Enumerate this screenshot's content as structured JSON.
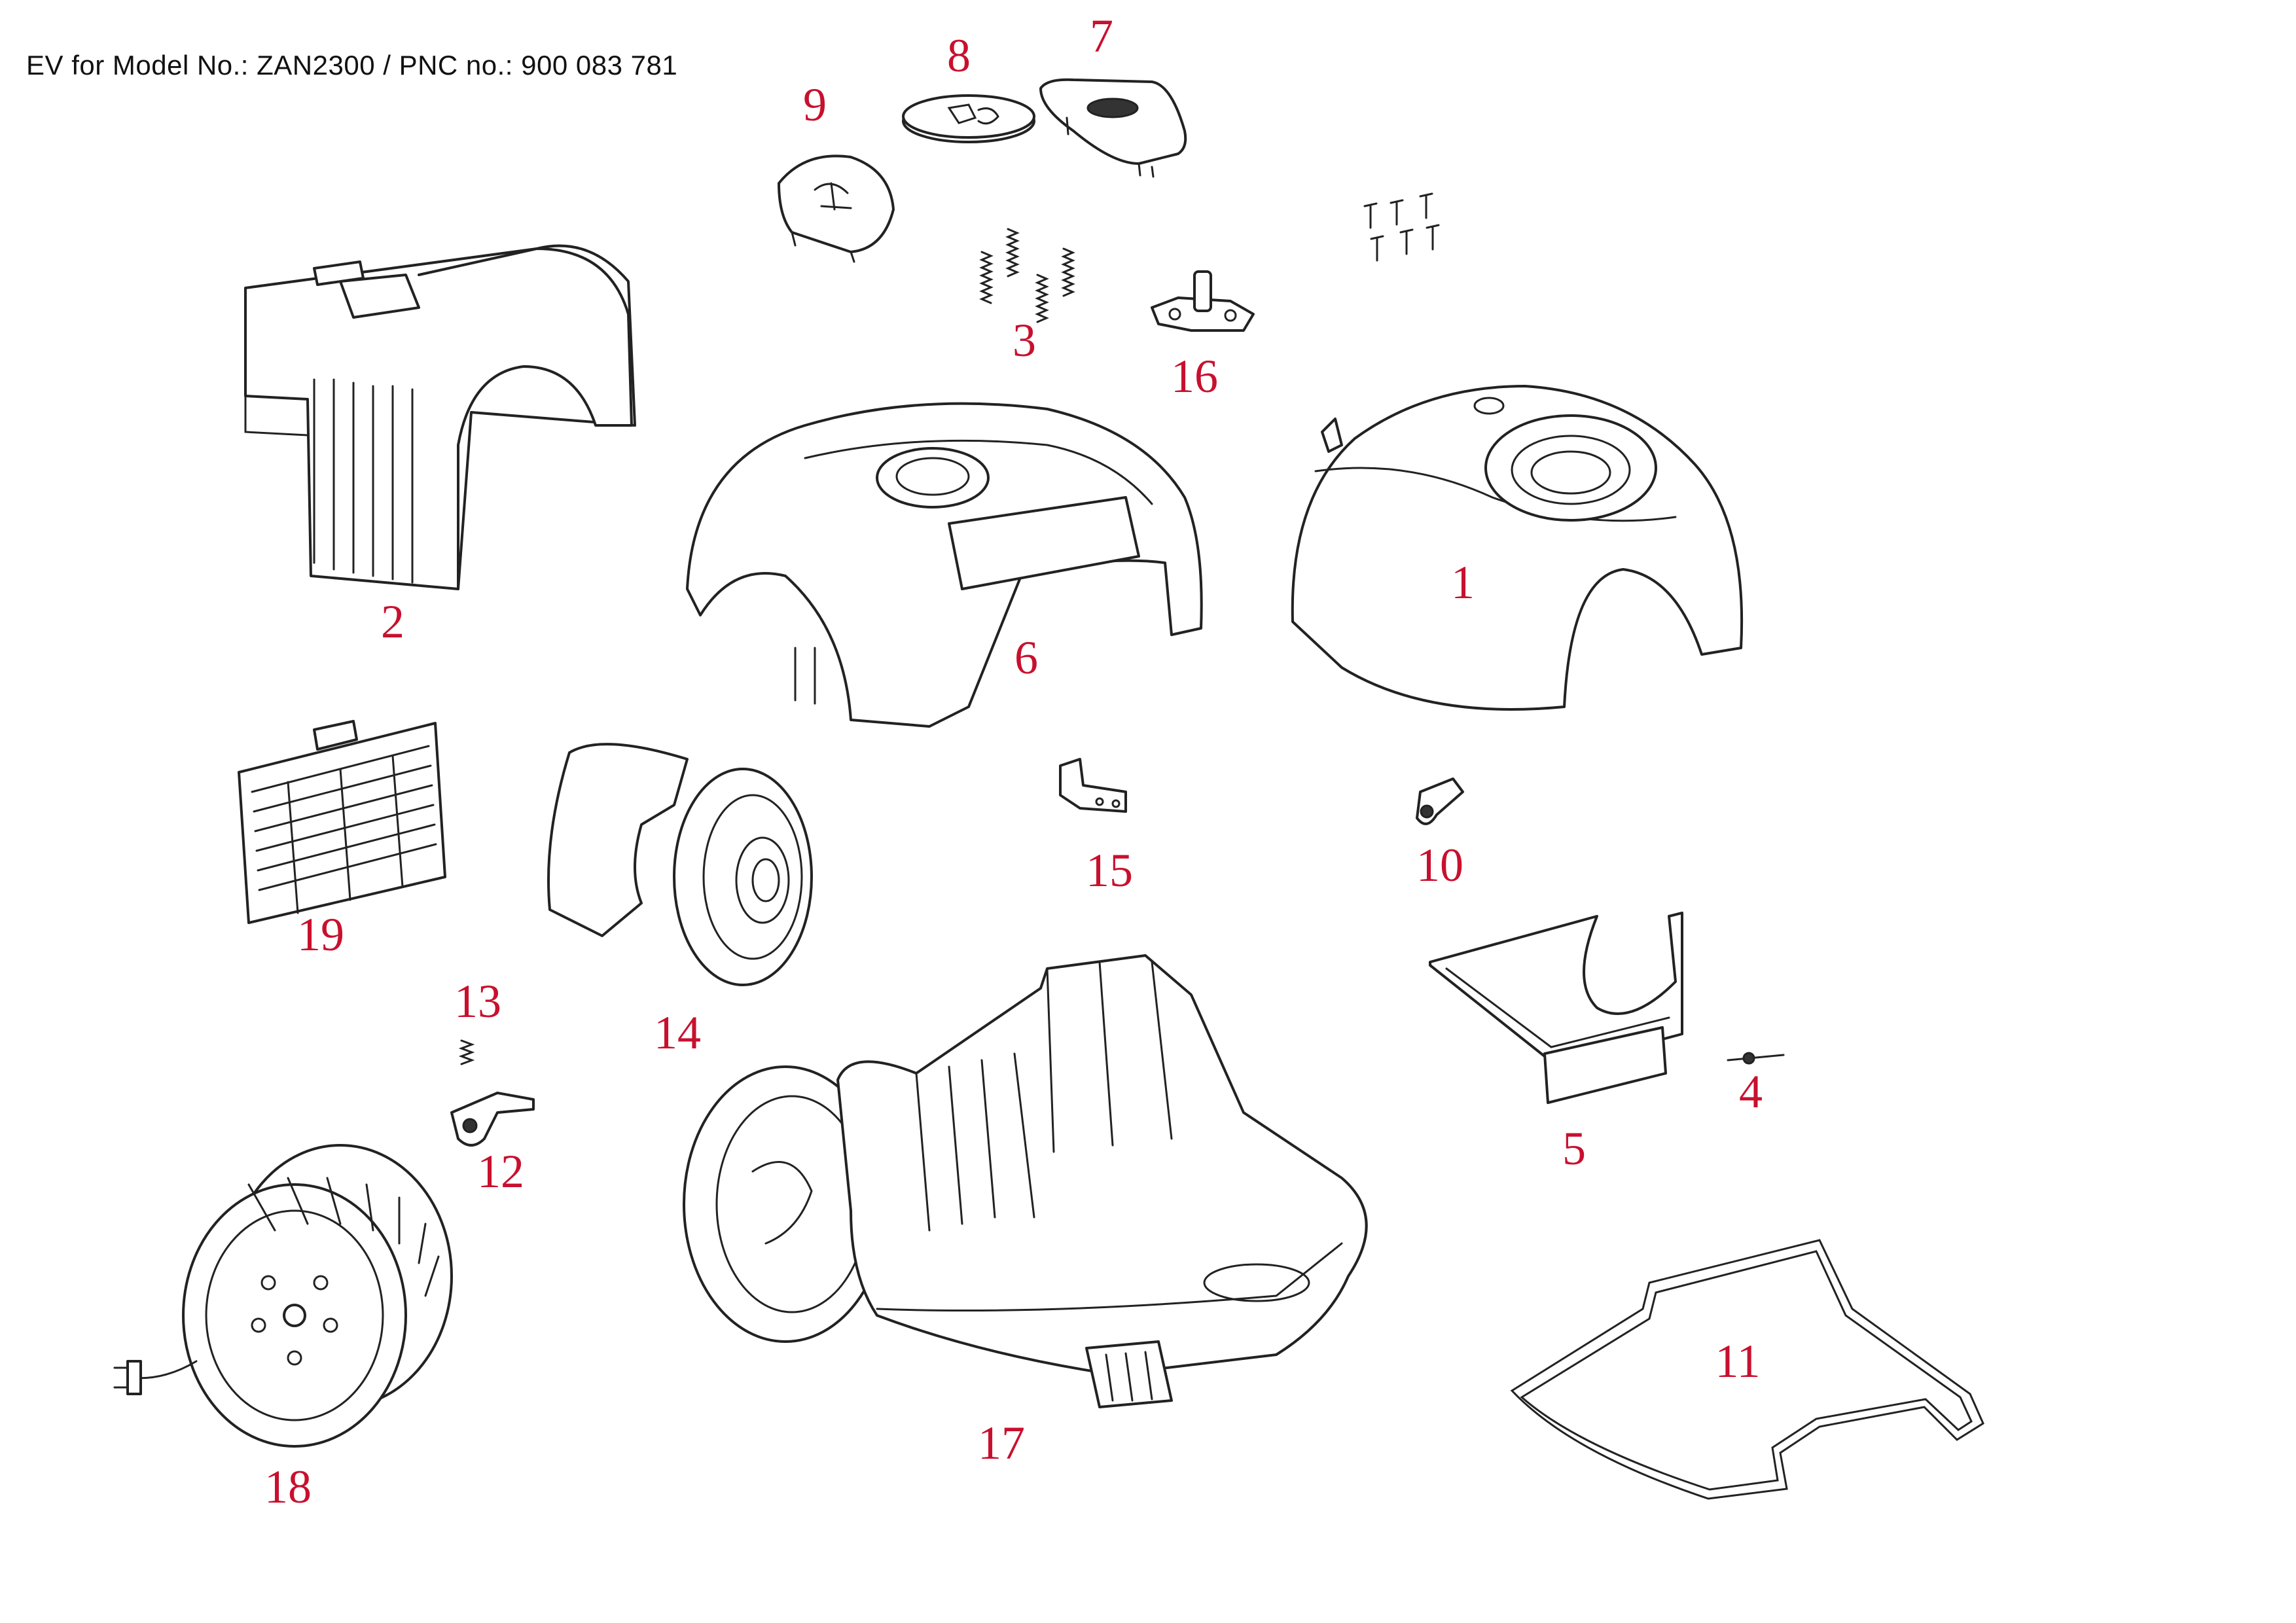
{
  "title": "EV for Model No.: ZAN2300 / PNC no.: 900 083 781",
  "label_color": "#c8102e",
  "callouts": [
    "1",
    "2",
    "3",
    "4",
    "5",
    "6",
    "7",
    "8",
    "9",
    "10",
    "11",
    "12",
    "13",
    "14",
    "15",
    "16",
    "17",
    "18",
    "19"
  ]
}
